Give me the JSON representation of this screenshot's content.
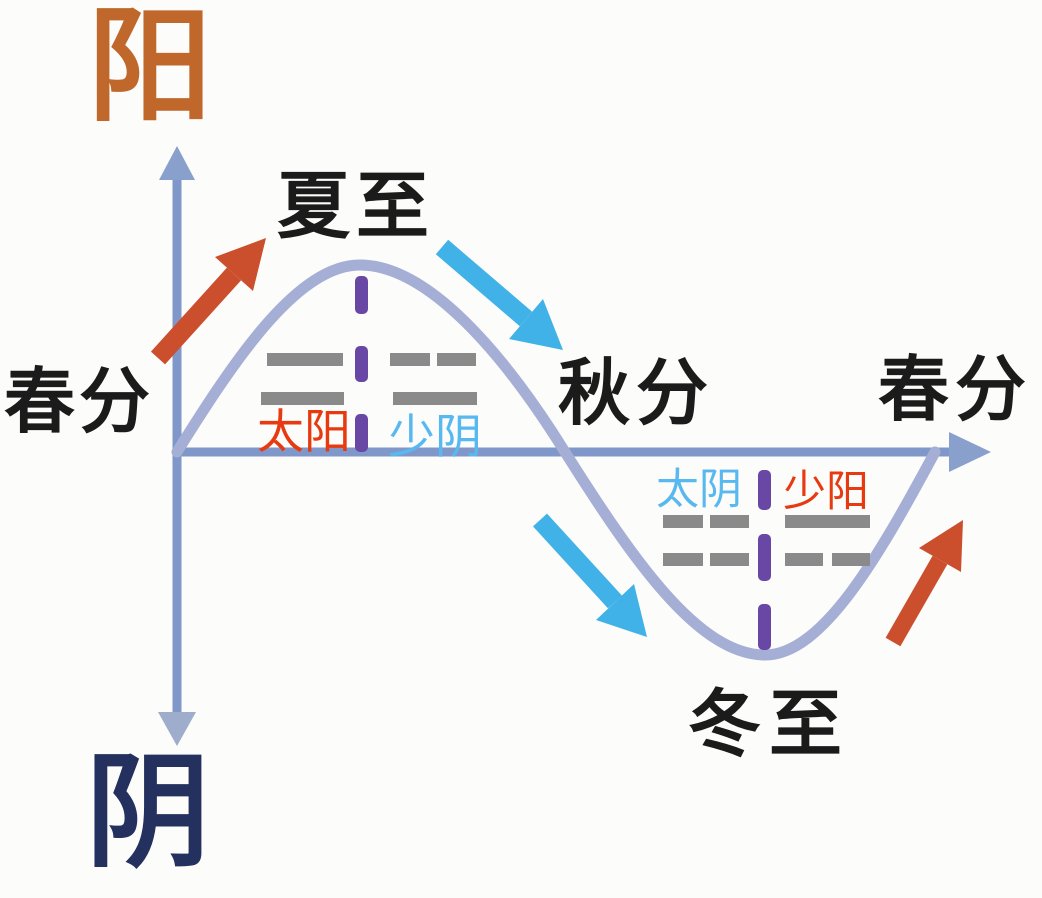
{
  "labels": {
    "yang": "阳",
    "yin": "阴",
    "summer_solstice": "夏至",
    "autumn_equinox": "秋分",
    "winter_solstice": "冬至",
    "spring_equinox_left": "春分",
    "spring_equinox_right": "春分",
    "taiyang": "太阳",
    "shaoyin": "少阴",
    "taiyin": "太阴",
    "shaoyang": "少阳"
  },
  "diagram": {
    "type": "seasonal-yin-yang-sine-cycle",
    "vertical_axis": {
      "positive": "阳",
      "negative": "阴"
    },
    "cycle_sequence": [
      "春分",
      "夏至",
      "秋分",
      "冬至",
      "春分"
    ],
    "quadrants": [
      {
        "phase": "太阳",
        "position": "above-axis-left-of-summer-peak",
        "digram": [
          "solid",
          "solid"
        ]
      },
      {
        "phase": "少阴",
        "position": "above-axis-right-of-summer-peak",
        "digram": [
          "broken",
          "solid"
        ]
      },
      {
        "phase": "太阴",
        "position": "below-axis-left-of-winter-trough",
        "digram": [
          "broken",
          "broken"
        ]
      },
      {
        "phase": "少阳",
        "position": "below-axis-right-of-winter-trough",
        "digram": [
          "solid",
          "broken"
        ]
      }
    ],
    "arrows": [
      {
        "name": "yang-rising-before-summer",
        "direction": "up-right",
        "color_role": "arrow_orange"
      },
      {
        "name": "yang-declining-after-summer",
        "direction": "down-right",
        "color_role": "arrow_cyan"
      },
      {
        "name": "yin-deepening-before-winter",
        "direction": "down-right",
        "color_role": "arrow_cyan"
      },
      {
        "name": "yang-returning-after-winter",
        "direction": "up-right",
        "color_role": "arrow_orange"
      }
    ]
  },
  "icons": {
    "axis_up_arrowhead": "up-arrowhead-icon",
    "axis_down_arrowhead": "down-arrowhead-icon",
    "axis_right_arrowhead": "right-arrowhead-icon",
    "orange_diagonal_arrows": "diagonal-up-right-arrow-icon",
    "cyan_diagonal_arrows": "diagonal-down-right-arrow-icon"
  },
  "colors": {
    "background": "#fcfcfa",
    "yang_label": "#c0682c",
    "yin_label": "#24305e",
    "term_label_black": "#1b1b1b",
    "phase_label_red": "#e73a10",
    "phase_label_blue": "#58b8f0",
    "axis_blue": "#8098c9",
    "curve_periwinkle": "#a5afd5",
    "arrow_orange": "#cb4f2d",
    "arrow_cyan": "#41b2e8",
    "dash_purple": "#6847a5",
    "digram_bar_gray": "#8a8a8a"
  }
}
